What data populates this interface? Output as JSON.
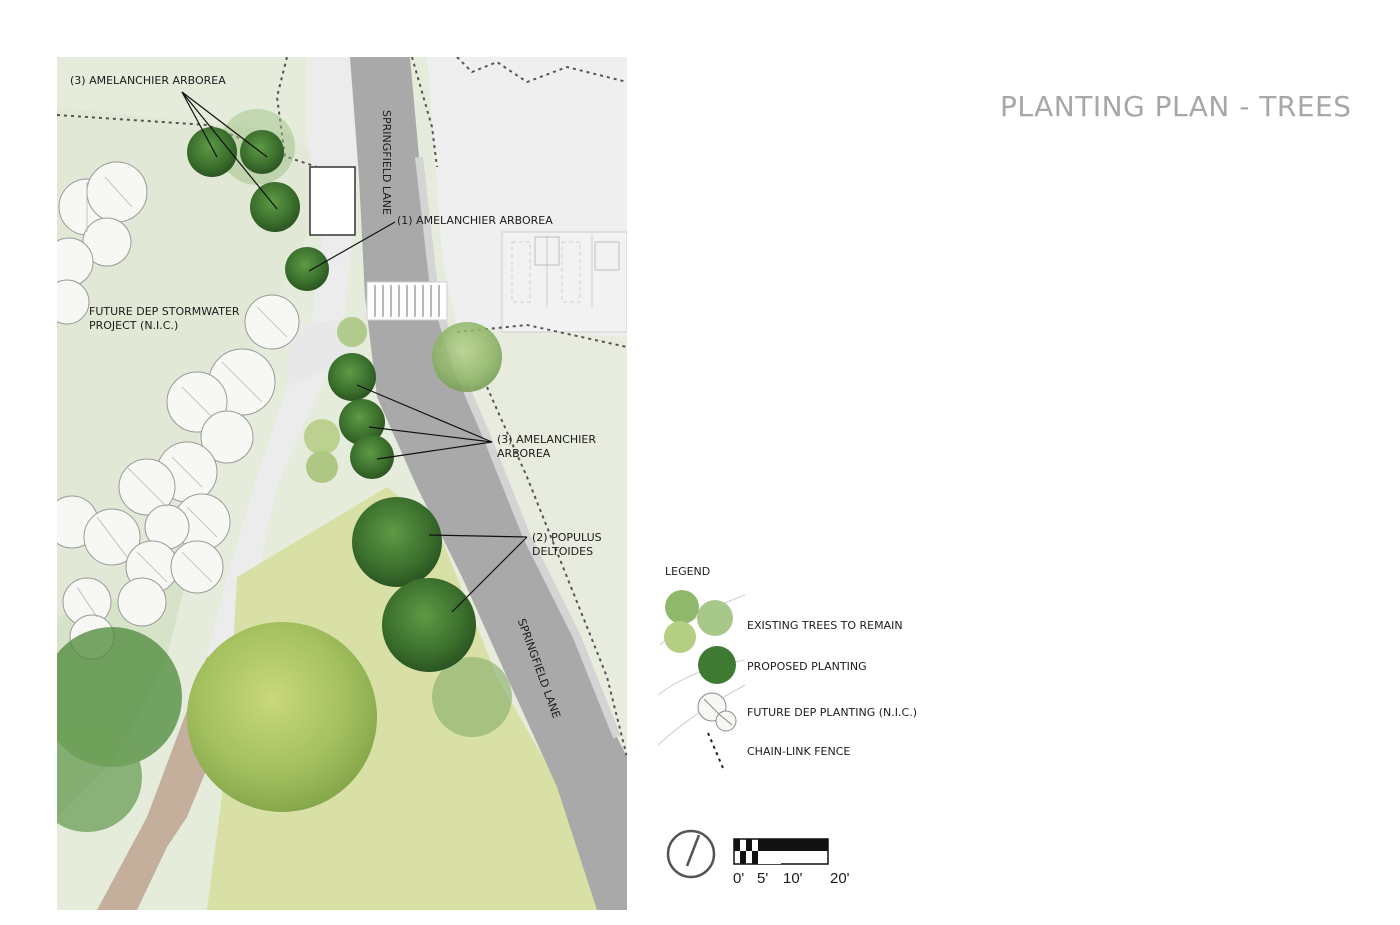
{
  "title": "PLANTING PLAN - TREES",
  "plan": {
    "street_label": "SPRINGFIELD LANE",
    "callouts": [
      {
        "text": "(3) AMELANCHIER ARBOREA"
      },
      {
        "text": "(1) AMELANCHIER ARBOREA"
      },
      {
        "text": "FUTURE DEP STORMWATER\nPROJECT (N.I.C.)"
      },
      {
        "text": "(3) AMELANCHIER\nARBOREA"
      },
      {
        "text": "(2) POPULUS\nDELTOIDES"
      }
    ]
  },
  "legend": {
    "heading": "LEGEND",
    "items": [
      {
        "text": "EXISTING TREES TO REMAIN",
        "icon": "existing-trees-icon"
      },
      {
        "text": "PROPOSED PLANTING",
        "icon": "proposed-tree-icon"
      },
      {
        "text": "FUTURE DEP PLANTING (N.I.C.)",
        "icon": "future-tree-icon"
      },
      {
        "text": "CHAIN-LINK FENCE",
        "icon": "fence-line-icon"
      }
    ]
  },
  "scale": {
    "labels": [
      "0'",
      "5'",
      "10'",
      "20'"
    ]
  },
  "colors": {
    "road": "#a9a9a9",
    "grass": "#dfe8cf",
    "proposed_tree": "#3f7a33",
    "existing_tree": "#8fb86a",
    "title": "#a7a7a7"
  }
}
